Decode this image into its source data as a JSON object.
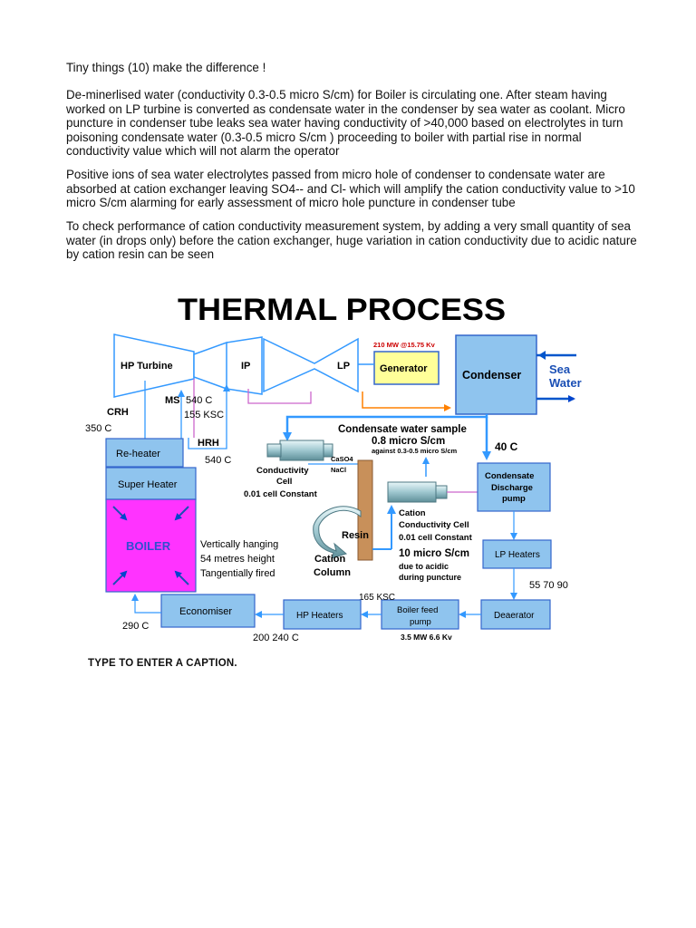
{
  "paragraphs": [
    "Tiny things (10) make the difference !",
    "De-minerlised water (conductivity 0.3-0.5 micro S/cm) for Boiler is circulating one. After steam having worked on LP turbine is converted as condensate water in the condenser by sea water as coolant. Micro puncture in condenser tube leaks sea water having conductivity of >40,000 based on electrolytes in turn poisoning condensate water (0.3-0.5 micro S/cm ) proceeding to boiler with partial rise in normal conductivity value which will not alarm the operator",
    "Positive ions of sea water electrolytes passed from micro hole of condenser to condensate water are absorbed at cation exchanger leaving SO4-- and Cl- which will amplify the cation conductivity value to >10 micro S/cm alarming for early assessment of micro hole puncture in condenser tube",
    "To check performance of cation conductivity measurement system, by adding a very small quantity of sea water (in drops only) before the cation exchanger, huge variation in cation conductivity due to acidic nature by cation resin can be seen"
  ],
  "diagram": {
    "title": "THERMAL PROCESS",
    "hp_turbine": "HP Turbine",
    "ip": "IP",
    "lp": "LP",
    "generator": "Generator",
    "generator_rating": "210 MW @15.75 Kv",
    "condenser": "Condenser",
    "sea_water_1": "Sea",
    "sea_water_2": "Water",
    "crh": "CRH",
    "crh_temp": "350 C",
    "ms": "MS",
    "ms_temp": "540 C",
    "ms_pressure": "155 KSC",
    "hrh": "HRH",
    "hrh_temp": "540 C",
    "reheater": "Re-heater",
    "superheater": "Super Heater",
    "boiler": "BOILER",
    "boiler_note_1": "Vertically hanging",
    "boiler_note_2": "54 metres height",
    "boiler_note_3": "Tangentially fired",
    "sample_1": "Condensate water sample",
    "sample_2": "0.8 micro S/cm",
    "sample_3": "against 0.3-0.5 micro S/cm",
    "condenser_out_temp": "40 C",
    "caso4": "CaSO4",
    "nacl": "NaCl",
    "cond_cell_1": "Conductivity",
    "cond_cell_2": "Cell",
    "cond_cell_3": "0.01  cell Constant",
    "resin": "Resin",
    "cation_column_1": "Cation",
    "cation_column_2": "Column",
    "cation_cell_1": "Cation",
    "cation_cell_2": "Conductivity Cell",
    "cation_cell_3": "0.01 cell Constant",
    "cation_reading_1": "10 micro S/cm",
    "cation_reading_2": "due to acidic",
    "cation_reading_3": "during puncture",
    "cdp_1": "Condensate",
    "cdp_2": "Discharge",
    "cdp_3": "pump",
    "lp_heaters": "LP Heaters",
    "lp_temps": "55  70  90",
    "ksc_165": "165 KSC",
    "economiser": "Economiser",
    "hp_heaters": "HP Heaters",
    "bfp_1": "Boiler feed",
    "bfp_2": "pump",
    "deaerator": "Deaerator",
    "temp_290": "290 C",
    "temp_200_240": "200  240 C",
    "bfp_rating": "3.5 MW 6.6 Kv"
  },
  "caption": "TYPE TO ENTER A CAPTION.",
  "colors": {
    "box_blue": "#8fc4ee",
    "boiler_magenta": "#ff33ff",
    "generator_yellow": "#ffff99",
    "arrow_blue": "#3399ff",
    "orange": "#ff8000",
    "violet": "#cc66cc",
    "resin_brown": "#c8905a"
  }
}
